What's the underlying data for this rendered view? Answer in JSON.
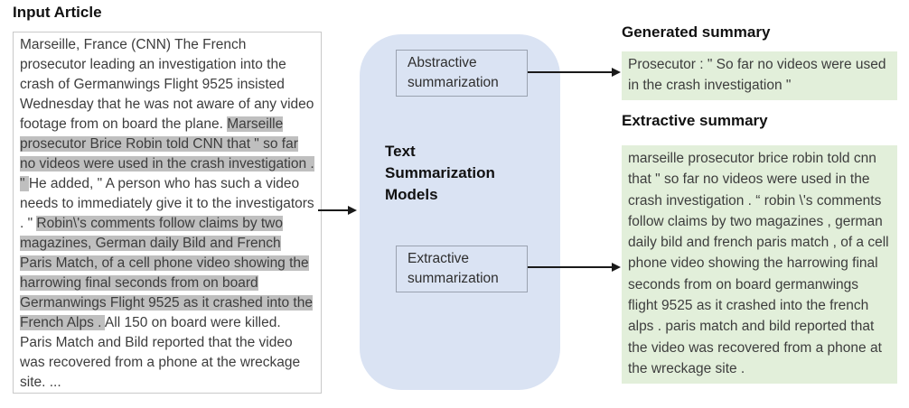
{
  "headings": {
    "input_article": "Input Article",
    "generated_summary": "Generated summary",
    "extractive_summary": "Extractive summary"
  },
  "article": {
    "segments": [
      {
        "text": "Marseille, France (CNN) The French prosecutor leading an investigation into the crash of Germanwings Flight 9525 insisted Wednesday that he was not aware of any video footage from on board the plane. ",
        "highlight": false
      },
      {
        "text": "Marseille prosecutor Brice Robin told CNN that \" so far no videos were used in the crash investigation . \" ",
        "highlight": true
      },
      {
        "text": "He added, \" A person who has such a video needs to immediately give it to the investigators . \" ",
        "highlight": false
      },
      {
        "text": "Robin\\'s comments follow claims by two magazines, German daily Bild and French Paris Match, of a cell phone video showing the harrowing final seconds from on board Germanwings Flight 9525 as it crashed into the French Alps . ",
        "highlight": true
      },
      {
        "text": "All 150 on board were killed. Paris Match and Bild reported that the video was recovered from a phone at the wreckage site. ...",
        "highlight": false
      }
    ]
  },
  "model": {
    "title": "Text Summarization Models",
    "abstractive_label": "Abstractive summarization",
    "extractive_label": "Extractive summarization"
  },
  "outputs": {
    "generated_text": "Prosecutor : \" So far no videos were used in the crash investigation \"",
    "extractive_text": "marseille prosecutor brice robin told cnn that \" so far no videos were used in the crash investigation . “ robin \\'s comments follow claims by two magazines , german daily bild and french paris match , of a cell phone video showing the harrowing final seconds from on board germanwings  flight 9525 as it crashed into the french alps . paris match and bild reported that the video was recovered from a phone at the wreckage site .",
    "highlight_gray": "#bfbfbf",
    "highlight_green": "#e2efda",
    "model_box_blue": "#dae3f3"
  }
}
